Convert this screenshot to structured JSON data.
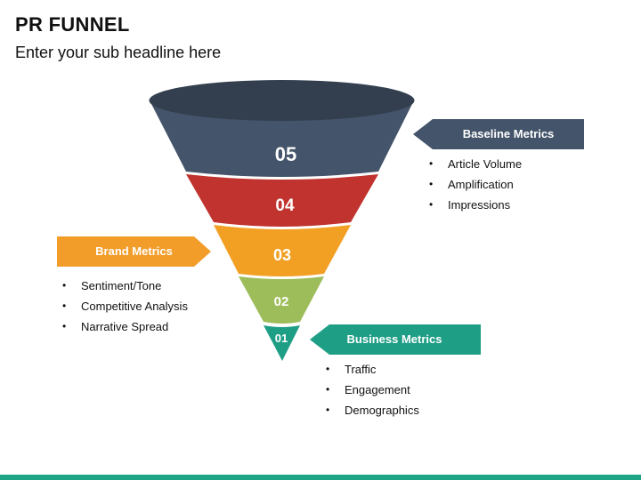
{
  "title": "PR FUNNEL",
  "subtitle": "Enter your sub headline here",
  "segments": [
    {
      "label": "05",
      "color": "#44546a"
    },
    {
      "label": "04",
      "color": "#c0332e"
    },
    {
      "label": "03",
      "color": "#f2a024"
    },
    {
      "label": "02",
      "color": "#9dbd5a"
    },
    {
      "label": "01",
      "color": "#1f9e86"
    }
  ],
  "funnel_rim_color": "#333f4f",
  "baseline": {
    "label": "Baseline Metrics",
    "color": "#44546a",
    "items": [
      "Article Volume",
      "Amplification",
      "Impressions"
    ]
  },
  "brand": {
    "label": "Brand Metrics",
    "color": "#f29d2a",
    "items": [
      "Sentiment/Tone",
      "Competitive Analysis",
      "Narrative Spread"
    ]
  },
  "business": {
    "label": "Business Metrics",
    "color": "#1f9e86",
    "items": [
      "Traffic",
      "Engagement",
      "Demographics"
    ]
  },
  "accent_bar_color": "#1fa386"
}
